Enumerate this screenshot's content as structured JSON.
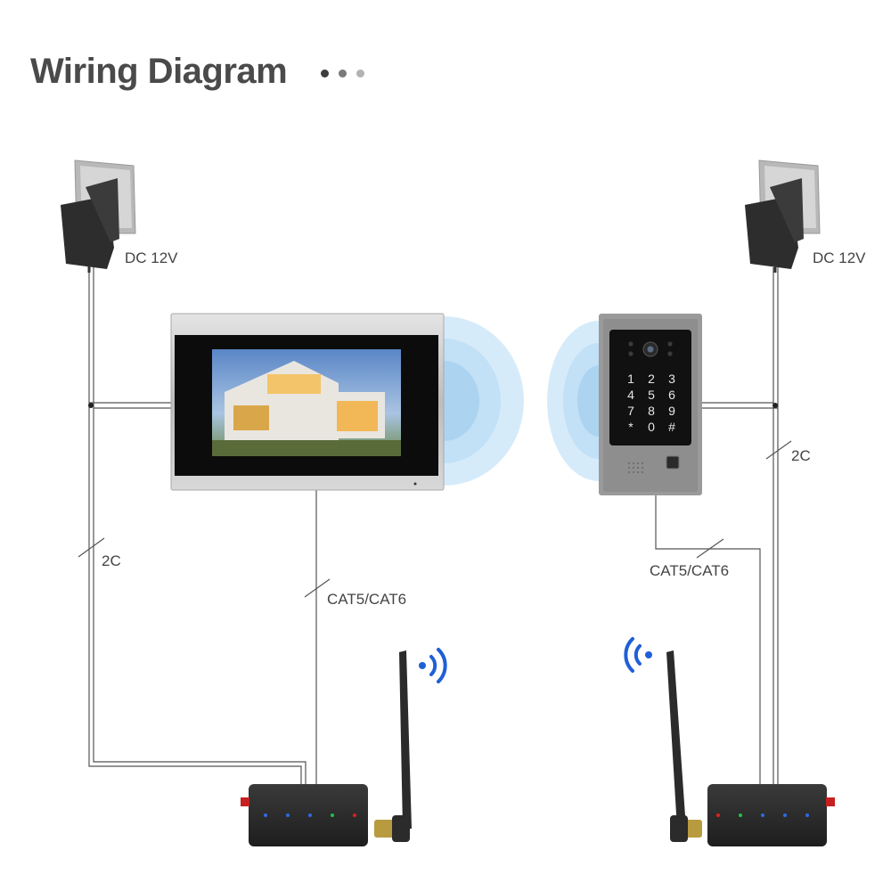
{
  "title": "Wiring Diagram",
  "dots": [
    {
      "color": "#3d3d3d"
    },
    {
      "color": "#7a7a7a"
    },
    {
      "color": "#b3b3b3"
    }
  ],
  "labels": {
    "dc_left": "DC 12V",
    "dc_right": "DC 12V",
    "two_c_left": "2C",
    "two_c_right": "2C",
    "cat_left": "CAT5/CAT6",
    "cat_right": "CAT5/CAT6"
  },
  "keypad": [
    "1",
    "2",
    "3",
    "4",
    "5",
    "6",
    "7",
    "8",
    "9",
    "*",
    "0",
    "#"
  ],
  "colors": {
    "wire": "#555555",
    "wifi_blue": "#1f5fd6",
    "signal_blue": "#cfe6f8",
    "device_dark": "#2b2b2b",
    "panel_silver": "#c8c8c8"
  }
}
